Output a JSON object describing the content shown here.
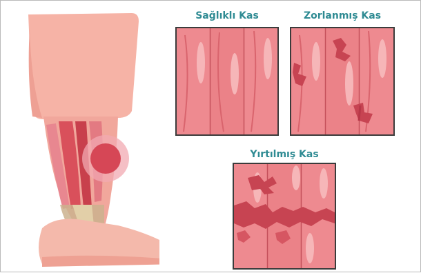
{
  "labels": {
    "healthy": "Sağlıklı Kas",
    "strained": "Zorlanmış Kas",
    "torn": "Yırtılmış Kas"
  },
  "colors": {
    "title_teal": "#2f8b93",
    "muscle": "#e76f76",
    "muscle_light": "#ee8e93",
    "muscle_dark": "#c94c57",
    "skin": "#f3b2a7",
    "panel_border": "#3b3b3b"
  }
}
